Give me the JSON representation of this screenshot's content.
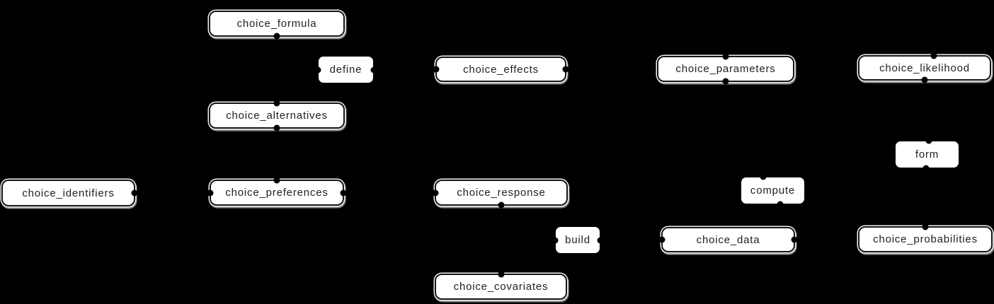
{
  "palette": {
    "background": "#000000",
    "node_fill": "#ffffff",
    "node_border": "#161616",
    "text": "#1f1f1f",
    "edge": "#000000"
  },
  "diagram": {
    "type": "flowchart",
    "nodes": [
      {
        "label": "choice_formula"
      },
      {
        "label": "choice_effects"
      },
      {
        "label": "choice_parameters"
      },
      {
        "label": "choice_likelihood"
      },
      {
        "label": "choice_alternatives"
      },
      {
        "label": "choice_identifiers"
      },
      {
        "label": "choice_preferences"
      },
      {
        "label": "choice_response"
      },
      {
        "label": "choice_data"
      },
      {
        "label": "choice_probabilities"
      },
      {
        "label": "choice_covariates"
      }
    ],
    "edge_labels": [
      {
        "label": "define"
      },
      {
        "label": "form"
      },
      {
        "label": "compute"
      },
      {
        "label": "build"
      }
    ]
  }
}
